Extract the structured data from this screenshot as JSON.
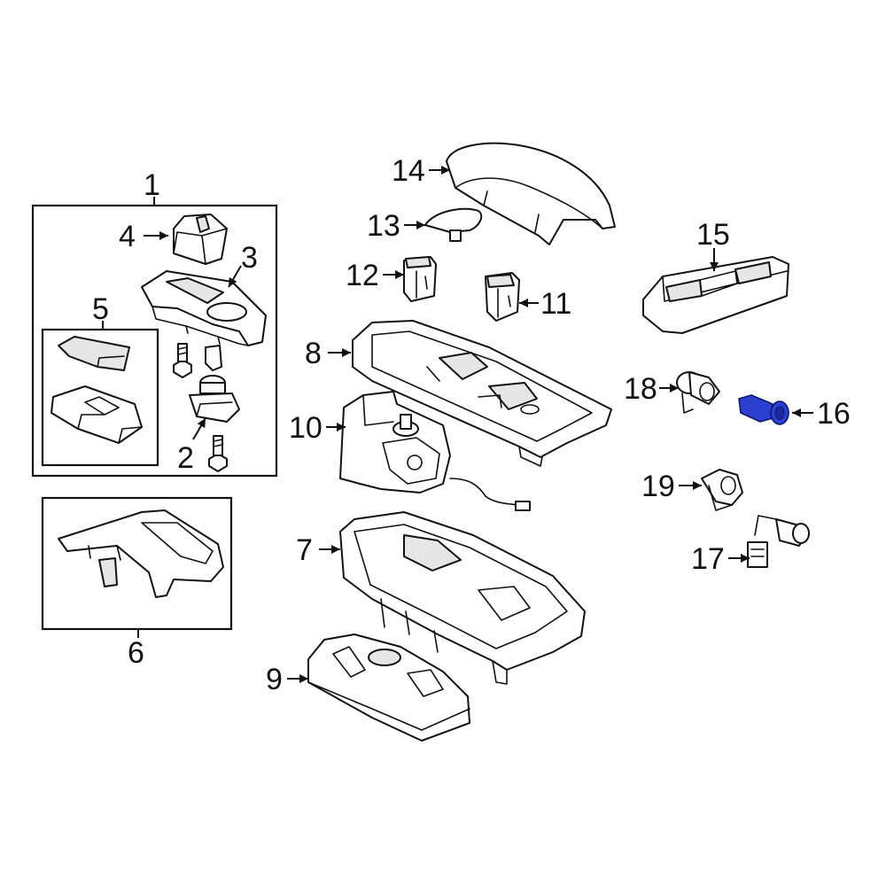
{
  "diagram": {
    "highlight_color": "#2b3fd1",
    "line_color": "#111111",
    "callouts": {
      "c1": "1",
      "c2": "2",
      "c3": "3",
      "c4": "4",
      "c5": "5",
      "c6": "6",
      "c7": "7",
      "c8": "8",
      "c9": "9",
      "c10": "10",
      "c11": "11",
      "c12": "12",
      "c13": "13",
      "c14": "14",
      "c15": "15",
      "c16": "16",
      "c17": "17",
      "c18": "18",
      "c19": "19"
    },
    "highlighted_part": "16"
  }
}
